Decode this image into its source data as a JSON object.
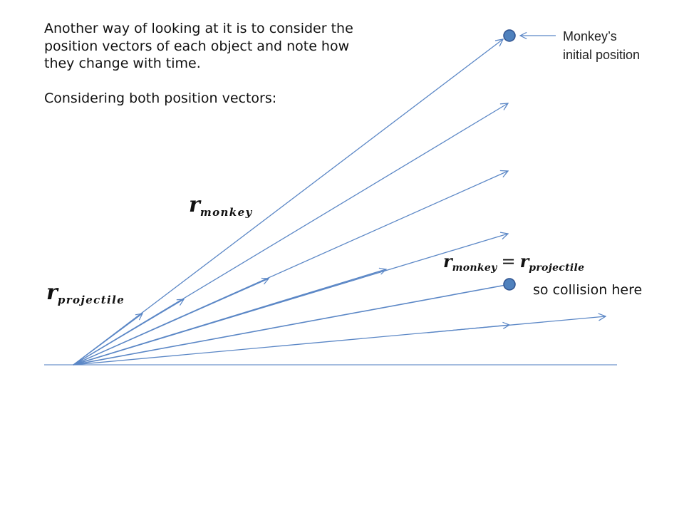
{
  "slide": {
    "intro_paragraph": "Another way of looking at it is to consider the position vectors of each object and note how they change with time.",
    "intro_line2": "Considering both position vectors:"
  },
  "callout": {
    "line1": "Monkey’s",
    "line2": "initial position"
  },
  "labels": {
    "r_symbol": "r",
    "monkey_subscript": "monkey",
    "projectile_subscript": "projectile",
    "equals": "=",
    "collision_note": "so collision here"
  },
  "colors": {
    "vector_line": "#5b87c6",
    "ground_line": "#6d93cc",
    "dot_fill": "#4f81bd",
    "dot_stroke": "#2f528f"
  }
}
